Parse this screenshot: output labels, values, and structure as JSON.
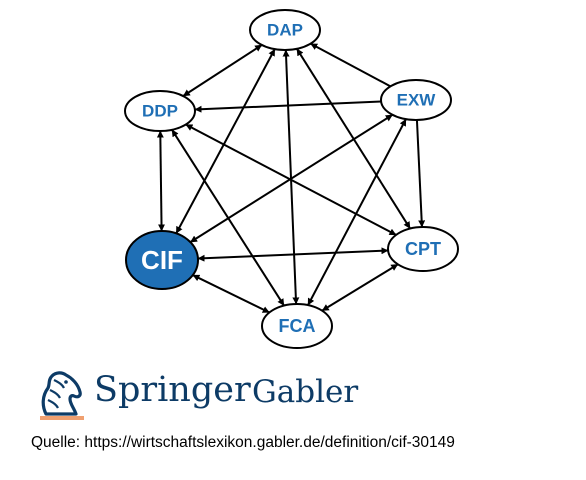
{
  "diagram": {
    "nodes": [
      {
        "id": "DAP",
        "label": "DAP",
        "highlight": false
      },
      {
        "id": "EXW",
        "label": "EXW",
        "highlight": false
      },
      {
        "id": "DDP",
        "label": "DDP",
        "highlight": false
      },
      {
        "id": "CIF",
        "label": "CIF",
        "highlight": true
      },
      {
        "id": "CPT",
        "label": "CPT",
        "highlight": false
      },
      {
        "id": "FCA",
        "label": "FCA",
        "highlight": false
      }
    ],
    "edges": [
      {
        "from": "EXW",
        "to": "DAP",
        "heads": "end"
      },
      {
        "from": "EXW",
        "to": "DDP",
        "heads": "end"
      },
      {
        "from": "EXW",
        "to": "CPT",
        "heads": "end"
      },
      {
        "from": "EXW",
        "to": "CIF",
        "heads": "both"
      },
      {
        "from": "EXW",
        "to": "FCA",
        "heads": "both"
      },
      {
        "from": "DDP",
        "to": "DAP",
        "heads": "both"
      },
      {
        "from": "CIF",
        "to": "DAP",
        "heads": "both"
      },
      {
        "from": "FCA",
        "to": "DAP",
        "heads": "both"
      },
      {
        "from": "CPT",
        "to": "DAP",
        "heads": "both"
      },
      {
        "from": "DDP",
        "to": "CIF",
        "heads": "both"
      },
      {
        "from": "DDP",
        "to": "CPT",
        "heads": "both"
      },
      {
        "from": "DDP",
        "to": "FCA",
        "heads": "both"
      },
      {
        "from": "CIF",
        "to": "CPT",
        "heads": "both"
      },
      {
        "from": "CIF",
        "to": "FCA",
        "heads": "both"
      },
      {
        "from": "FCA",
        "to": "CPT",
        "heads": "both"
      }
    ],
    "colors": {
      "node_text": "#1f6fb5",
      "highlight_fill": "#1f6fb5",
      "highlight_text": "#ffffff",
      "edge": "#000000"
    }
  },
  "branding": {
    "logo_icon": "springer-horse-head-icon",
    "name_part1": "Springer",
    "name_part2": "Gabler",
    "color": "#0d3b66",
    "accent": "#f0a070"
  },
  "source": "Quelle: https://wirtschaftslexikon.gabler.de/definition/cif-30149"
}
